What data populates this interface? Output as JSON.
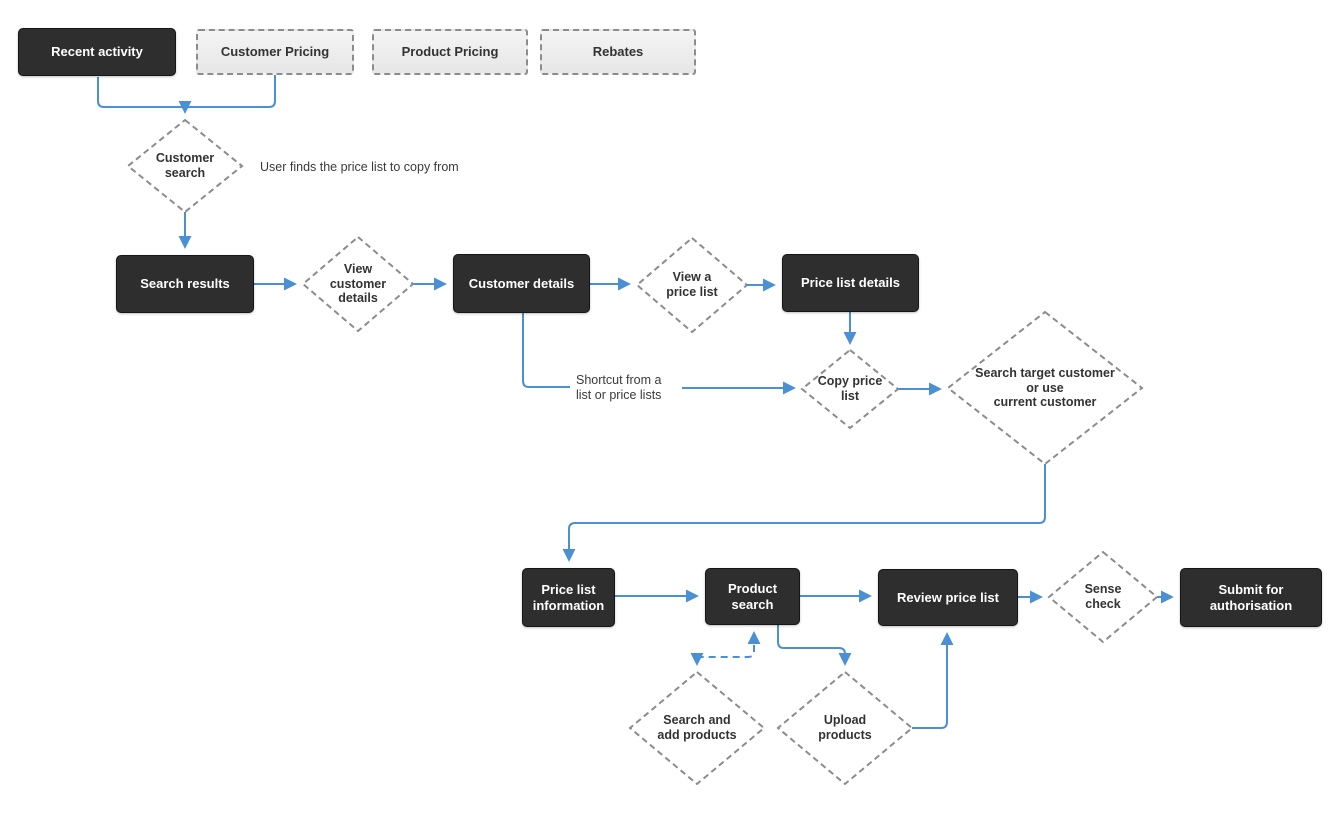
{
  "nodes": {
    "recent_activity": "Recent activity",
    "customer_pricing": "Customer Pricing",
    "product_pricing": "Product Pricing",
    "rebates": "Rebates",
    "search_results": "Search results",
    "customer_details": "Customer details",
    "price_list_details": "Price list details",
    "price_list_information": "Price list\ninformation",
    "product_search": "Product\nsearch",
    "review_price_list": "Review price list",
    "submit_for_authorisation": "Submit for\nauthorisation"
  },
  "decisions": {
    "customer_search": "Customer\nsearch",
    "view_customer_details": "View\ncustomer\ndetails",
    "view_a_price_list": "View a\nprice list",
    "copy_price_list": "Copy price\nlist",
    "search_target_customer": "Search target customer\nor use\ncurrent customer",
    "sense_check": "Sense\ncheck",
    "search_and_add_products": "Search and\nadd products",
    "upload_products": "Upload\nproducts"
  },
  "annotations": {
    "find_price_list": "User finds the price list to copy from",
    "shortcut": "Shortcut from a\nlist or price lists"
  },
  "colors": {
    "connector_blue": "#4a90d2",
    "process_fill": "#2e2e2e",
    "process_text": "#ffffff",
    "menu_fill": "#e6e6e6",
    "dashed_border": "#8c8c8c",
    "label_text": "#333333"
  }
}
